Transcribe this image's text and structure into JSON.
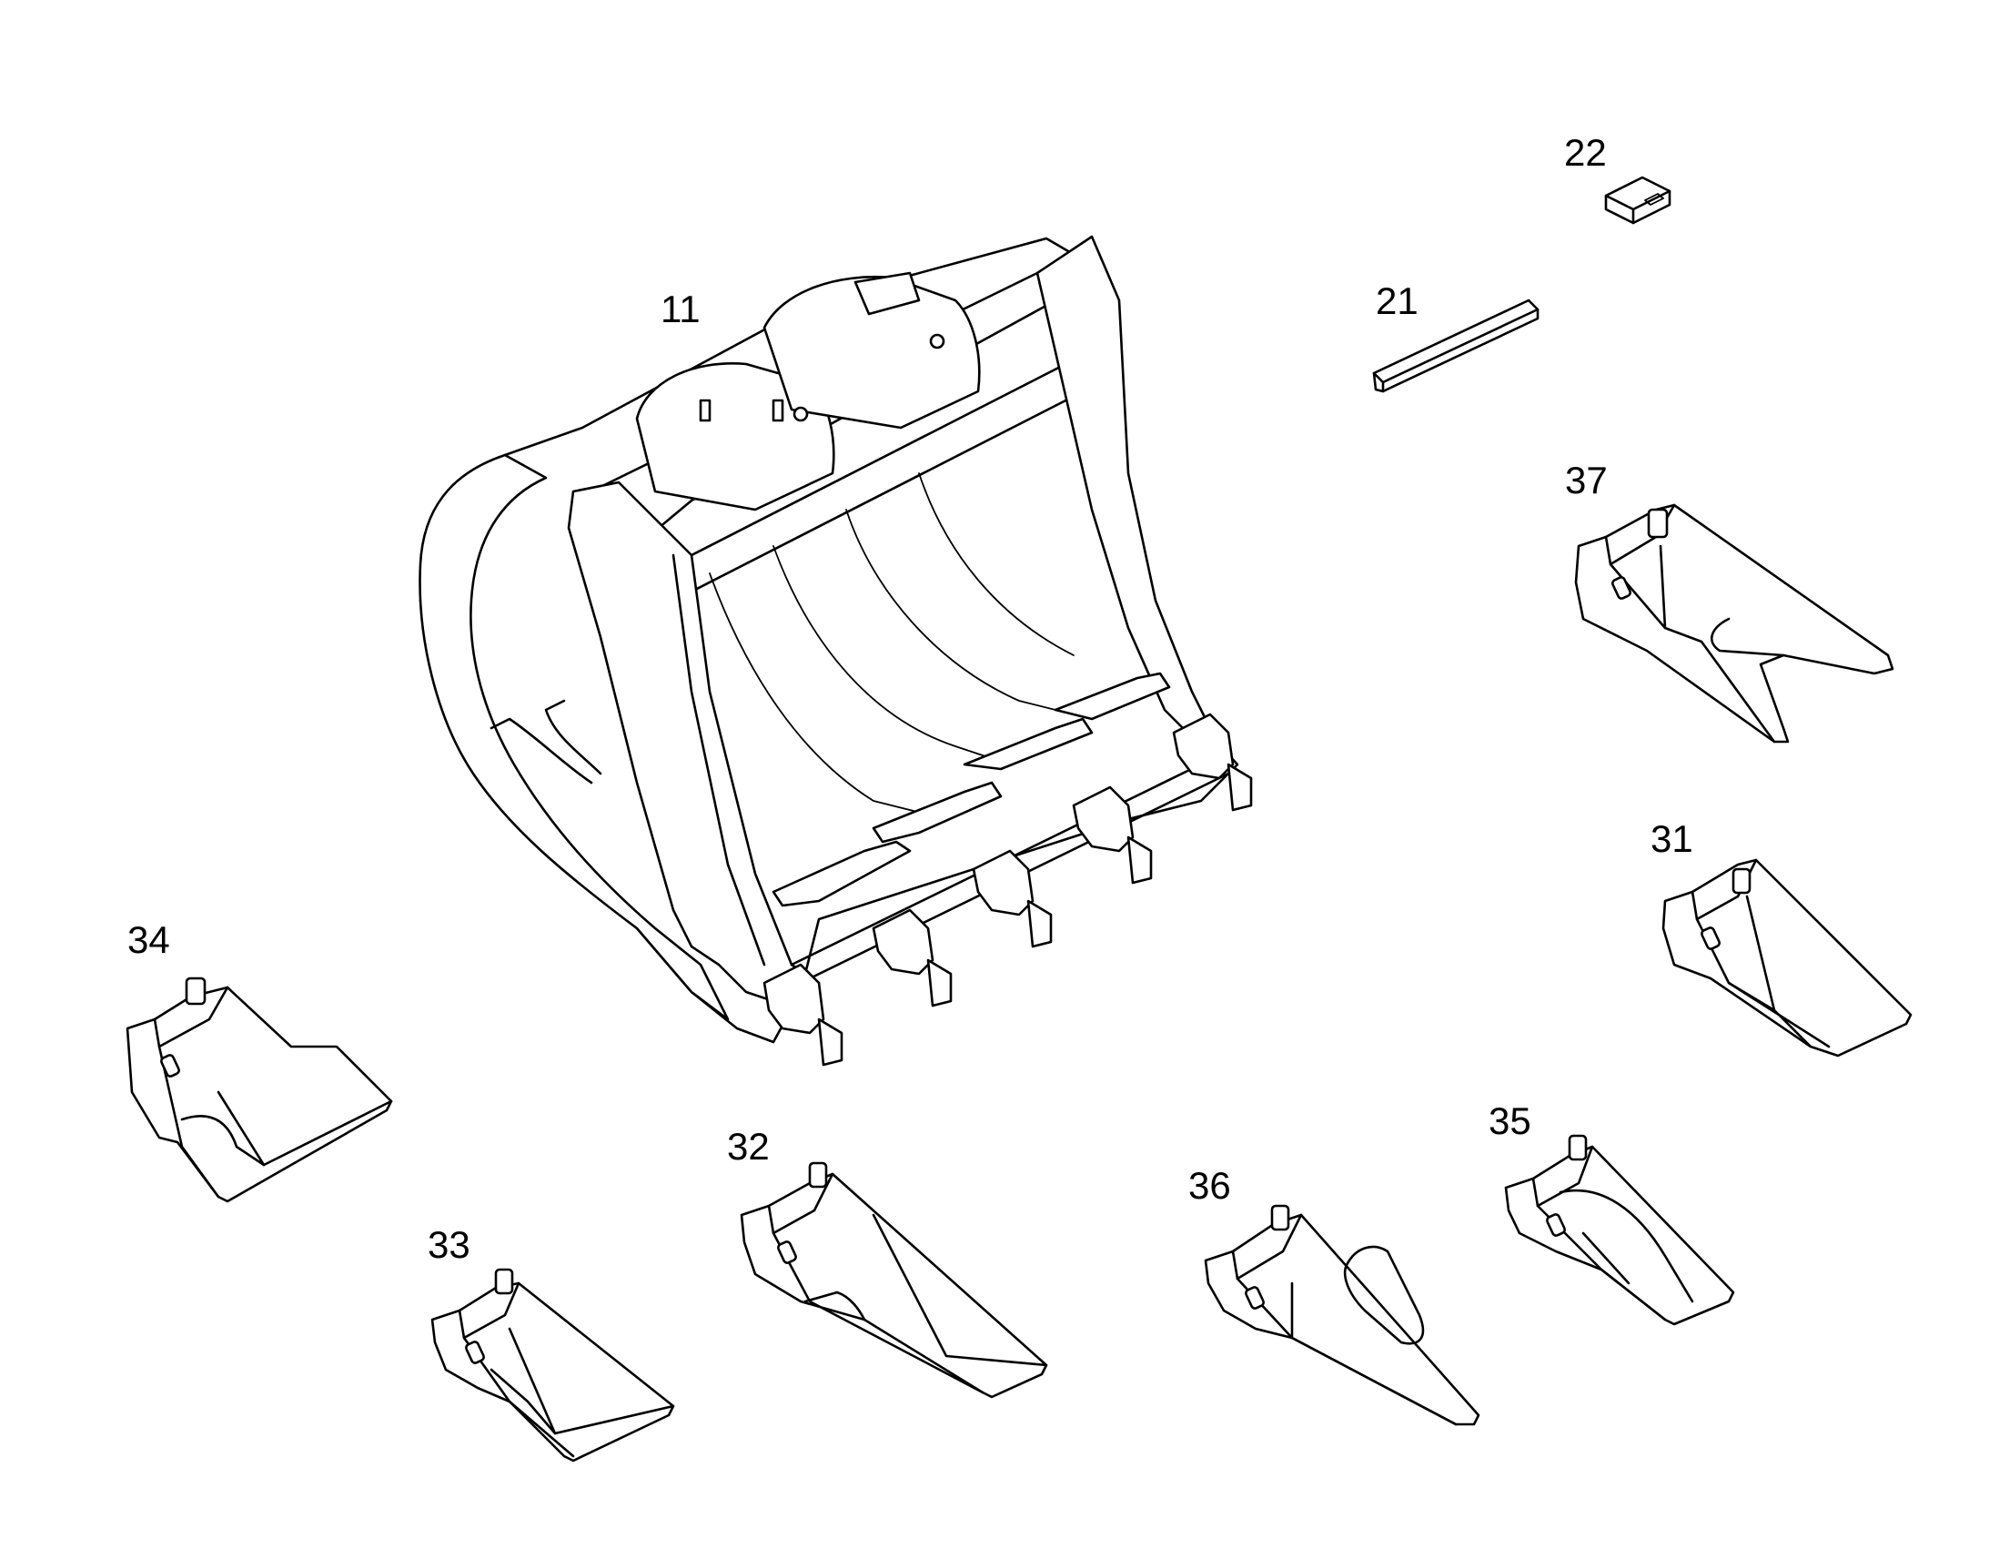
{
  "callouts": {
    "p11": "11",
    "p21": "21",
    "p22": "22",
    "p31": "31",
    "p32": "32",
    "p33": "33",
    "p34": "34",
    "p35": "35",
    "p36": "36",
    "p37": "37"
  },
  "colors": {
    "line": "#000000",
    "background": "#ffffff"
  }
}
